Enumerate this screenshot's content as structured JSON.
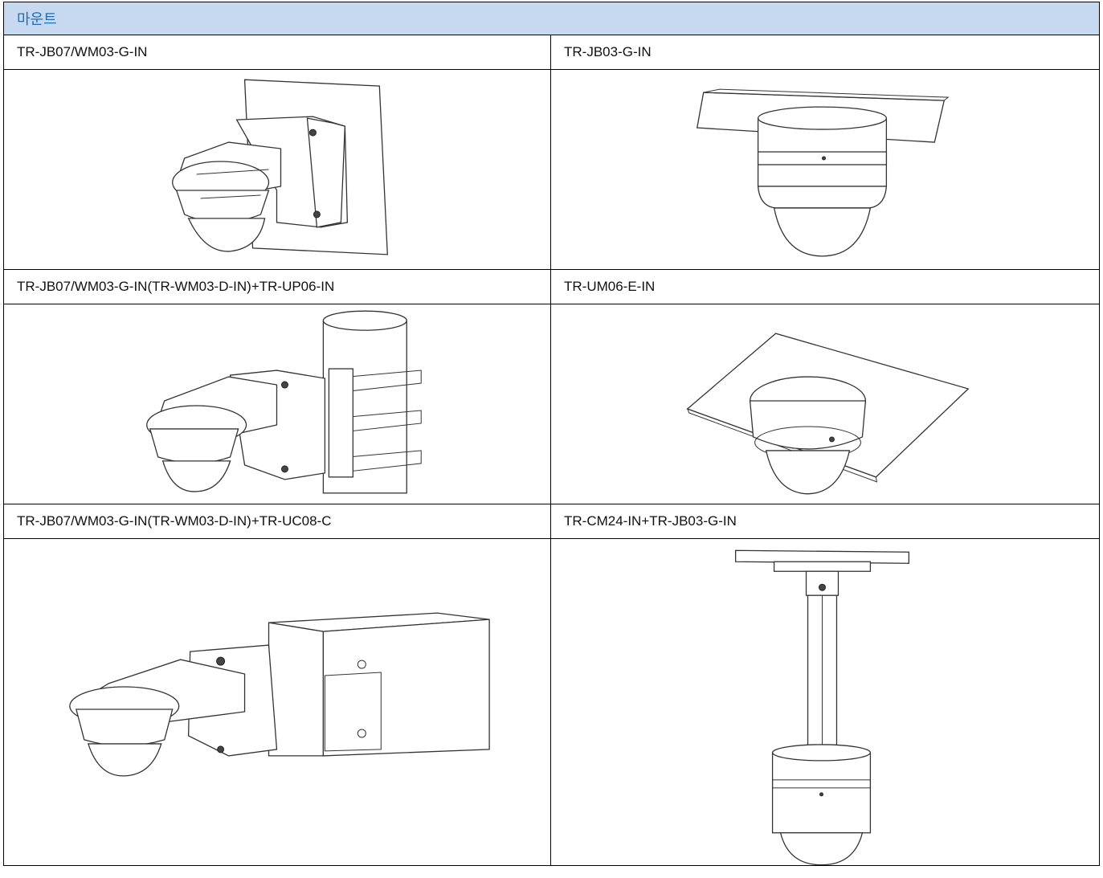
{
  "section_title": "마운트",
  "mounts": [
    {
      "label": "TR-JB07/WM03-G-IN",
      "illustration": "wall-mount-camera-icon"
    },
    {
      "label": "TR-JB03-G-IN",
      "illustration": "ceiling-junction-box-camera-icon"
    },
    {
      "label": "TR-JB07/WM03-G-IN(TR-WM03-D-IN)+TR-UP06-IN",
      "illustration": "pole-mount-camera-icon"
    },
    {
      "label": "TR-UM06-E-IN",
      "illustration": "in-ceiling-mount-camera-icon"
    },
    {
      "label": "TR-JB07/WM03-G-IN(TR-WM03-D-IN)+TR-UC08-C",
      "illustration": "corner-mount-camera-icon"
    },
    {
      "label": "TR-CM24-IN+TR-JB03-G-IN",
      "illustration": "pendant-mount-camera-icon"
    }
  ],
  "colors": {
    "header_bg": "#c6d9f1",
    "header_text": "#1f6fb2",
    "border": "#000000"
  }
}
